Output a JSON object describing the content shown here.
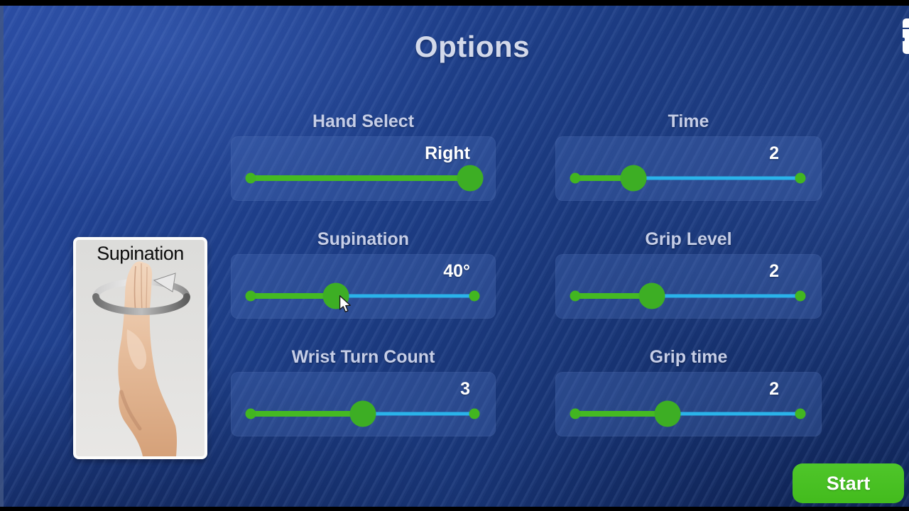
{
  "window": {
    "title": "Options"
  },
  "sliders": [
    {
      "id": "hand-select",
      "label": "Hand Select",
      "value": "Right",
      "percent": 98,
      "column": "left"
    },
    {
      "id": "supination",
      "label": "Supination",
      "value": "40°",
      "percent": 38,
      "column": "left"
    },
    {
      "id": "wrist-turn-count",
      "label": "Wrist Turn Count",
      "value": "3",
      "percent": 50,
      "column": "left"
    },
    {
      "id": "time",
      "label": "Time",
      "value": "2",
      "percent": 26,
      "column": "right"
    },
    {
      "id": "grip-level",
      "label": "Grip Level",
      "value": "2",
      "percent": 34,
      "column": "right"
    },
    {
      "id": "grip-time",
      "label": "Grip time",
      "value": "2",
      "percent": 41,
      "column": "right"
    }
  ],
  "image_panel": {
    "caption": "Supination",
    "image": "hand-supination-rotation-illustration"
  },
  "start_button": {
    "label": "Start"
  },
  "colors": {
    "background": "#1d3d85",
    "panel": "#2d4d8e",
    "track_fill": "#45ba22",
    "track_rest": "#2ab3ea",
    "handle": "#3dae24",
    "button": "#47bf22",
    "label_text": "#c6cee7",
    "value_text": "#ffffff",
    "title_text": "#d3d9ea"
  }
}
